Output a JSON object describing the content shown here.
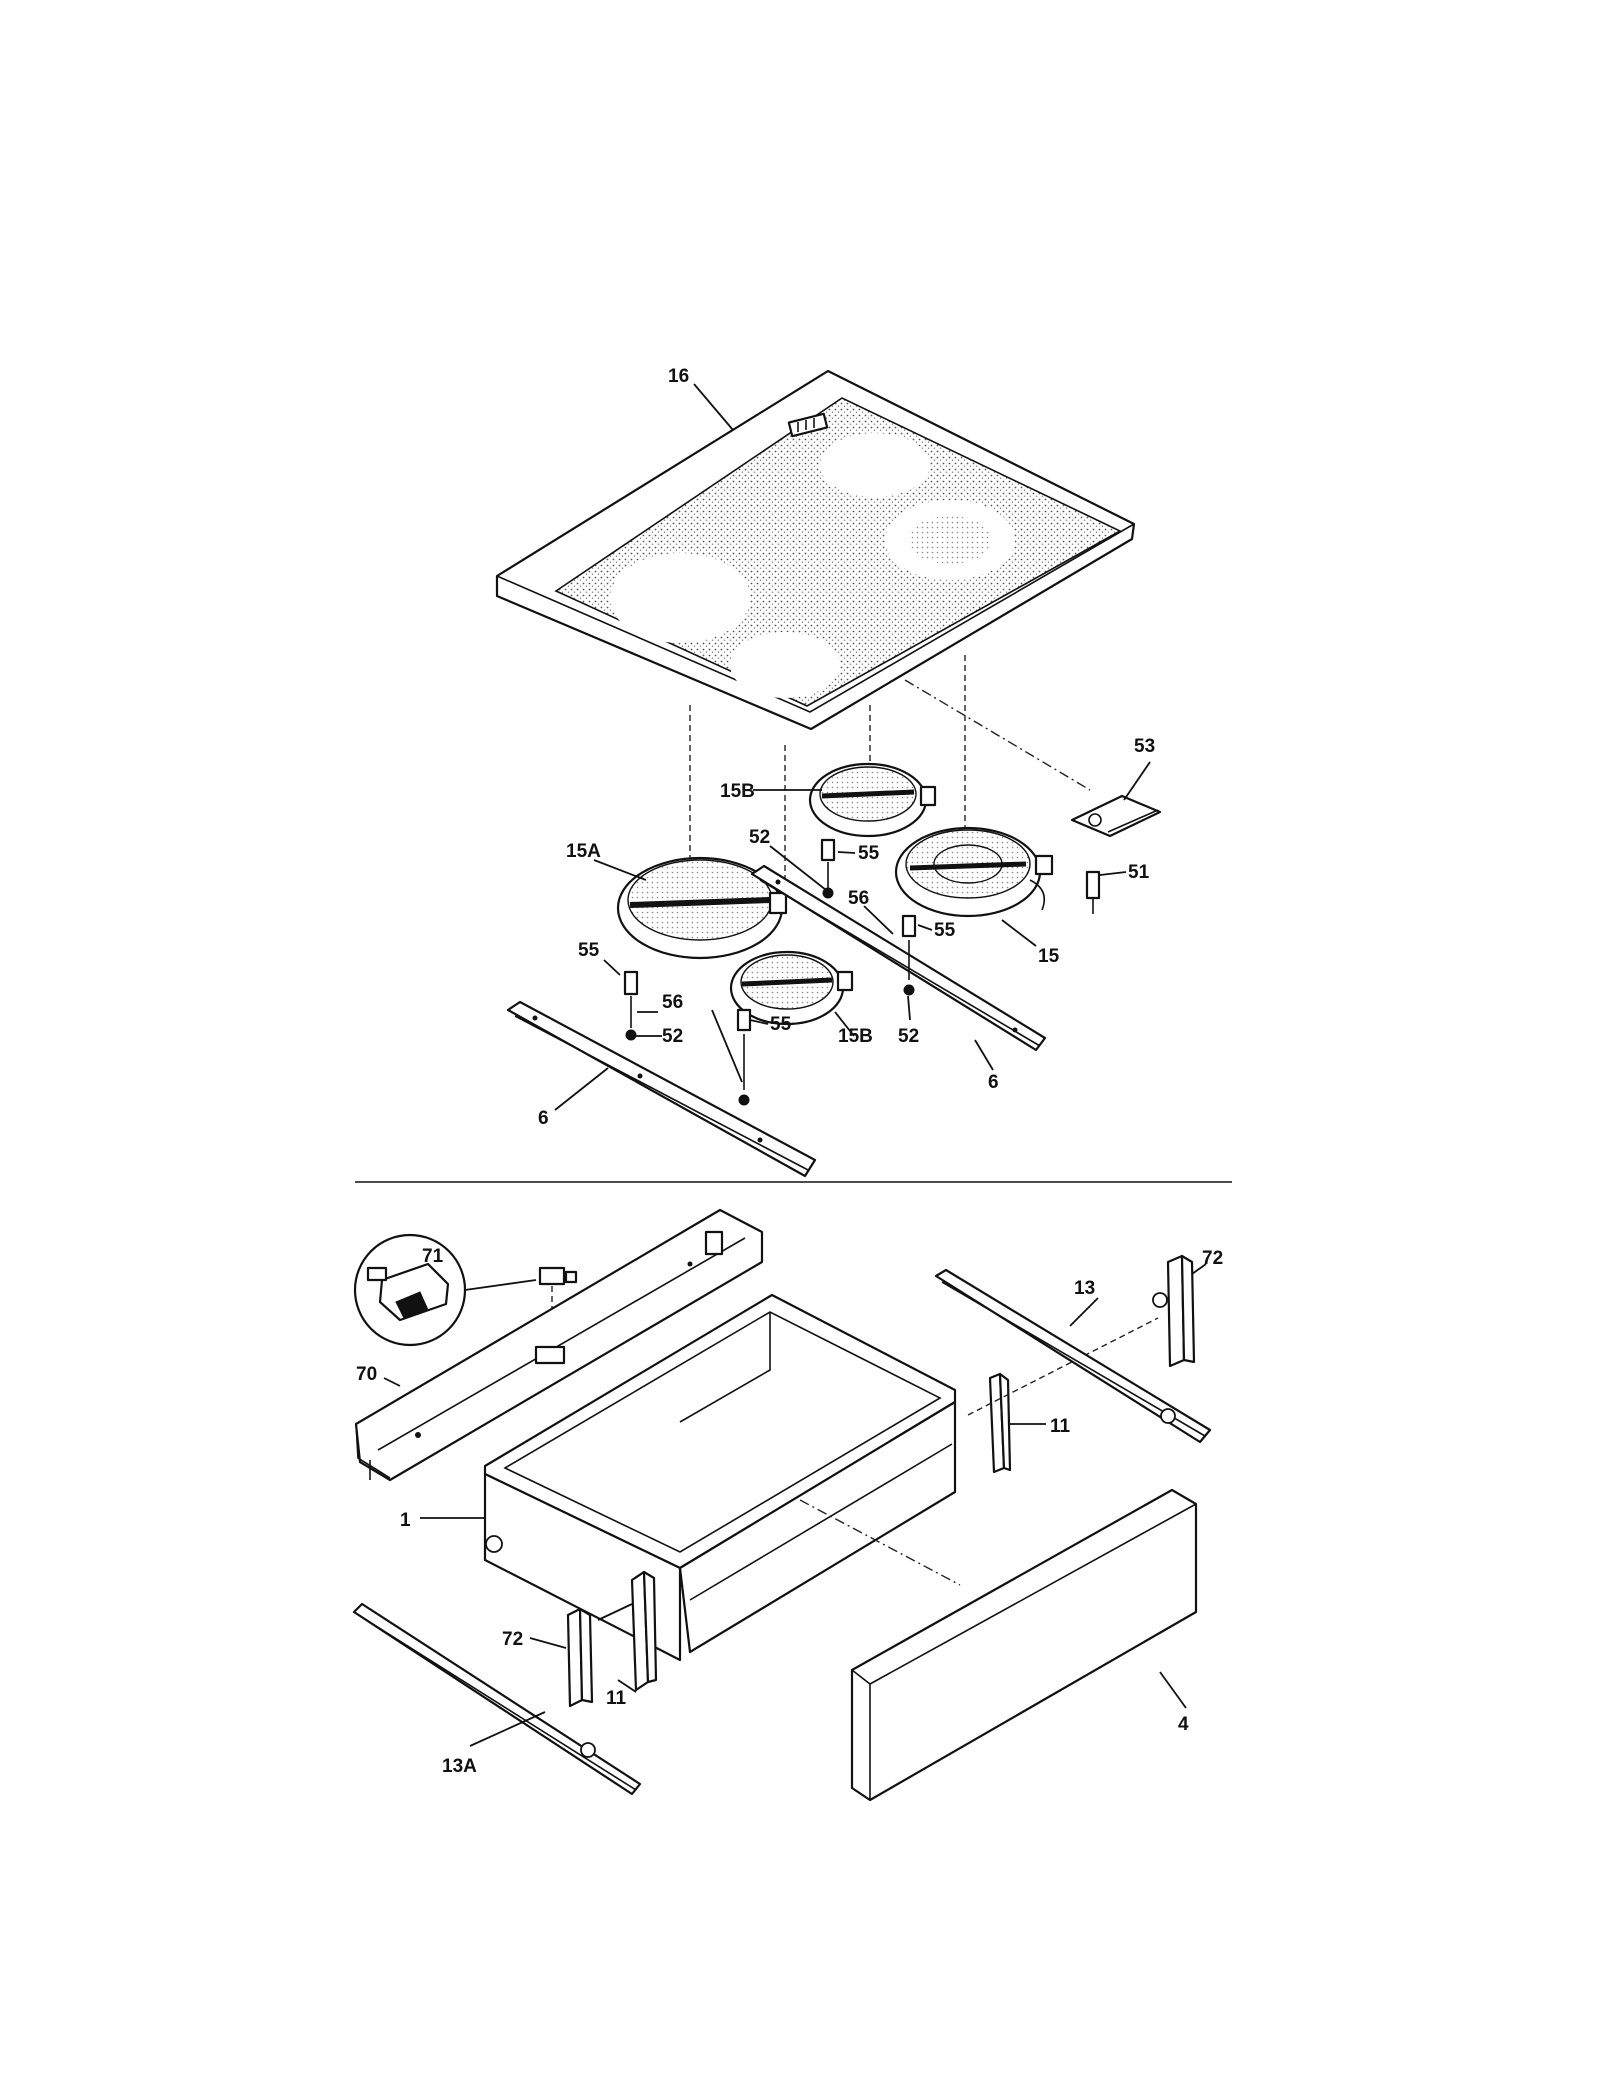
{
  "diagram": {
    "callouts": {
      "p16": "16",
      "p53": "53",
      "p15B_top": "15B",
      "p52_top": "52",
      "p55_top": "55",
      "p15A": "15A",
      "p56_mid": "56",
      "p55_mid": "55",
      "p15": "15",
      "p51": "51",
      "p55_left": "55",
      "p56_left": "56",
      "p52_left": "52",
      "p55_bot": "55",
      "p15B_bot": "15B",
      "p52_right": "52",
      "p6_right": "6",
      "p6_left": "6",
      "p71": "71",
      "p70": "70",
      "p13": "13",
      "p72_right": "72",
      "p11_right": "11",
      "p1": "1",
      "p72_left": "72",
      "p11_left": "11",
      "p4": "4",
      "p13A": "13A"
    }
  }
}
